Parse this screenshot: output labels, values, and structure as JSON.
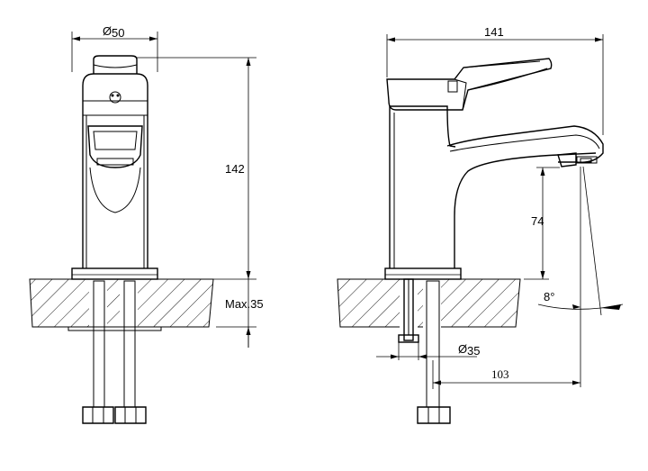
{
  "front_view": {
    "diameter_symbol": "Ø",
    "body_diameter": "50",
    "height": "142",
    "max_deck_thickness": "Max.35"
  },
  "side_view": {
    "length": "141",
    "spout_clearance": "74",
    "spray_angle": "8°",
    "shank_symbol": "Ø",
    "shank_diameter": "35",
    "spout_reach": "103"
  }
}
